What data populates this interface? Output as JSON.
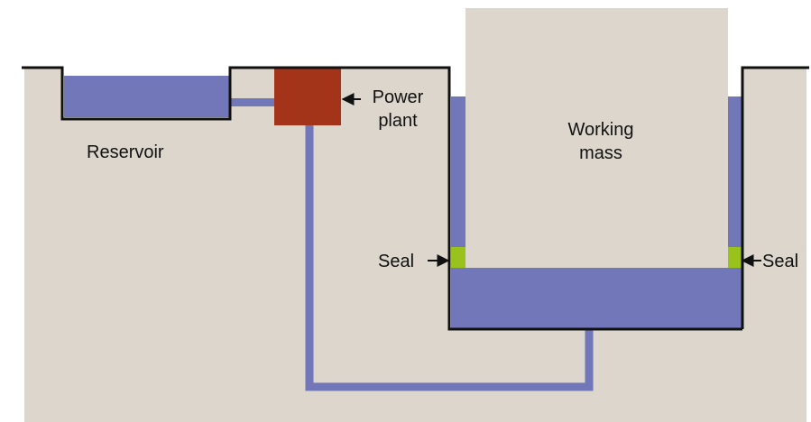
{
  "diagram": {
    "labels": {
      "reservoir": "Reservoir",
      "power_plant_line1": "Power",
      "power_plant_line2": "plant",
      "working_mass_line1": "Working",
      "working_mass_line2": "mass",
      "seal_left": "Seal",
      "seal_right": "Seal"
    },
    "colors": {
      "ground": "#dcd6cd",
      "water": "#7177b8",
      "power_plant": "#a3341a",
      "seal": "#99c21c",
      "outline": "#111111",
      "background": "#ffffff"
    }
  }
}
